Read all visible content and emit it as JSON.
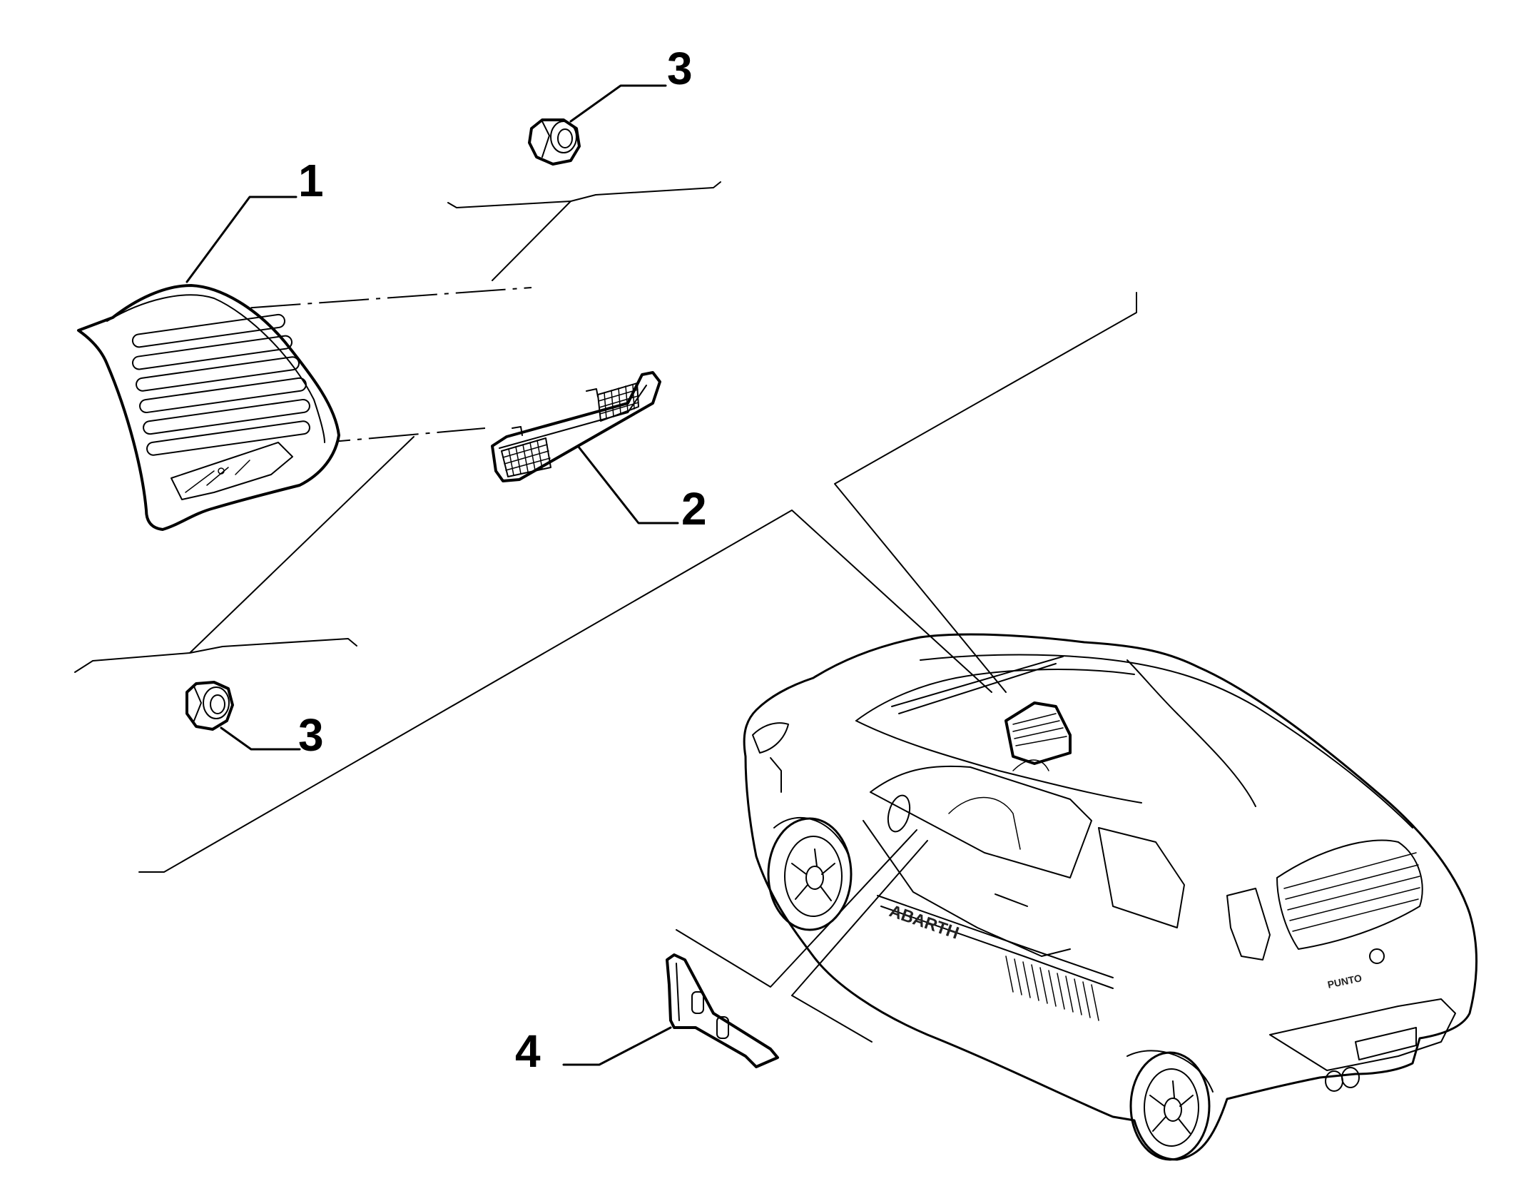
{
  "diagram": {
    "callouts": [
      {
        "id": "1",
        "label": "1"
      },
      {
        "id": "2",
        "label": "2"
      },
      {
        "id": "3a",
        "label": "3"
      },
      {
        "id": "3b",
        "label": "3"
      },
      {
        "id": "4",
        "label": "4"
      }
    ],
    "car": {
      "side_decal": "ABARTH",
      "rear_badge": "PUNTO"
    },
    "colors": {
      "line": "#000000",
      "background": "#ffffff"
    }
  }
}
